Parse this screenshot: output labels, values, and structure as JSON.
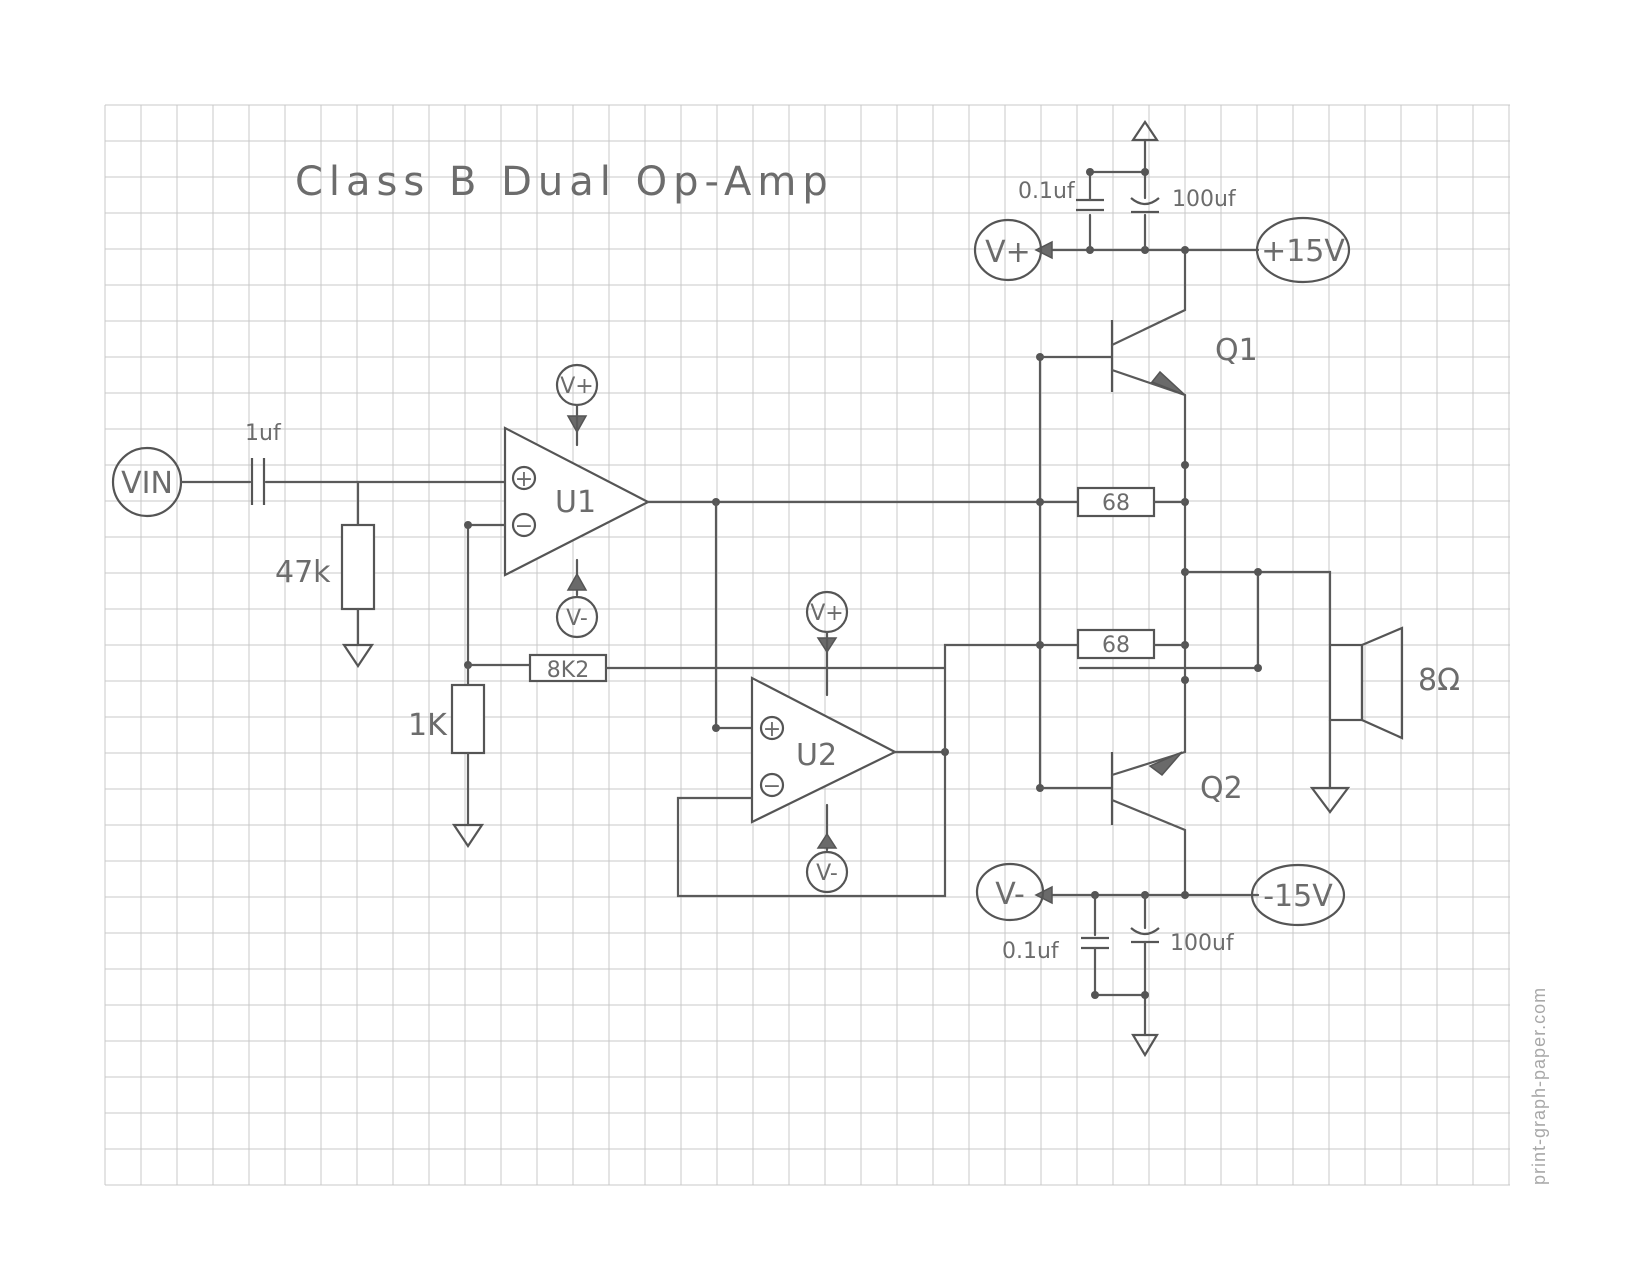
{
  "title": "Class B Dual Op-Amp",
  "watermark": "print-graph-paper.com",
  "labels": {
    "vin": "VIN",
    "c_in": "1uf",
    "r47k": "47k",
    "r1k": "1K",
    "r8k2": "8K2",
    "u1": "U1",
    "u2": "U2",
    "q1": "Q1",
    "q2": "Q2",
    "r68_top": "68",
    "r68_bottom": "68",
    "speaker": "8Ω",
    "pos_supply": "+15V",
    "neg_supply": "-15V",
    "vplus": "V+",
    "vminus": "V-",
    "cap_small": "0.1uf",
    "cap_big": "100uf",
    "plus": "+",
    "minus": "−"
  }
}
